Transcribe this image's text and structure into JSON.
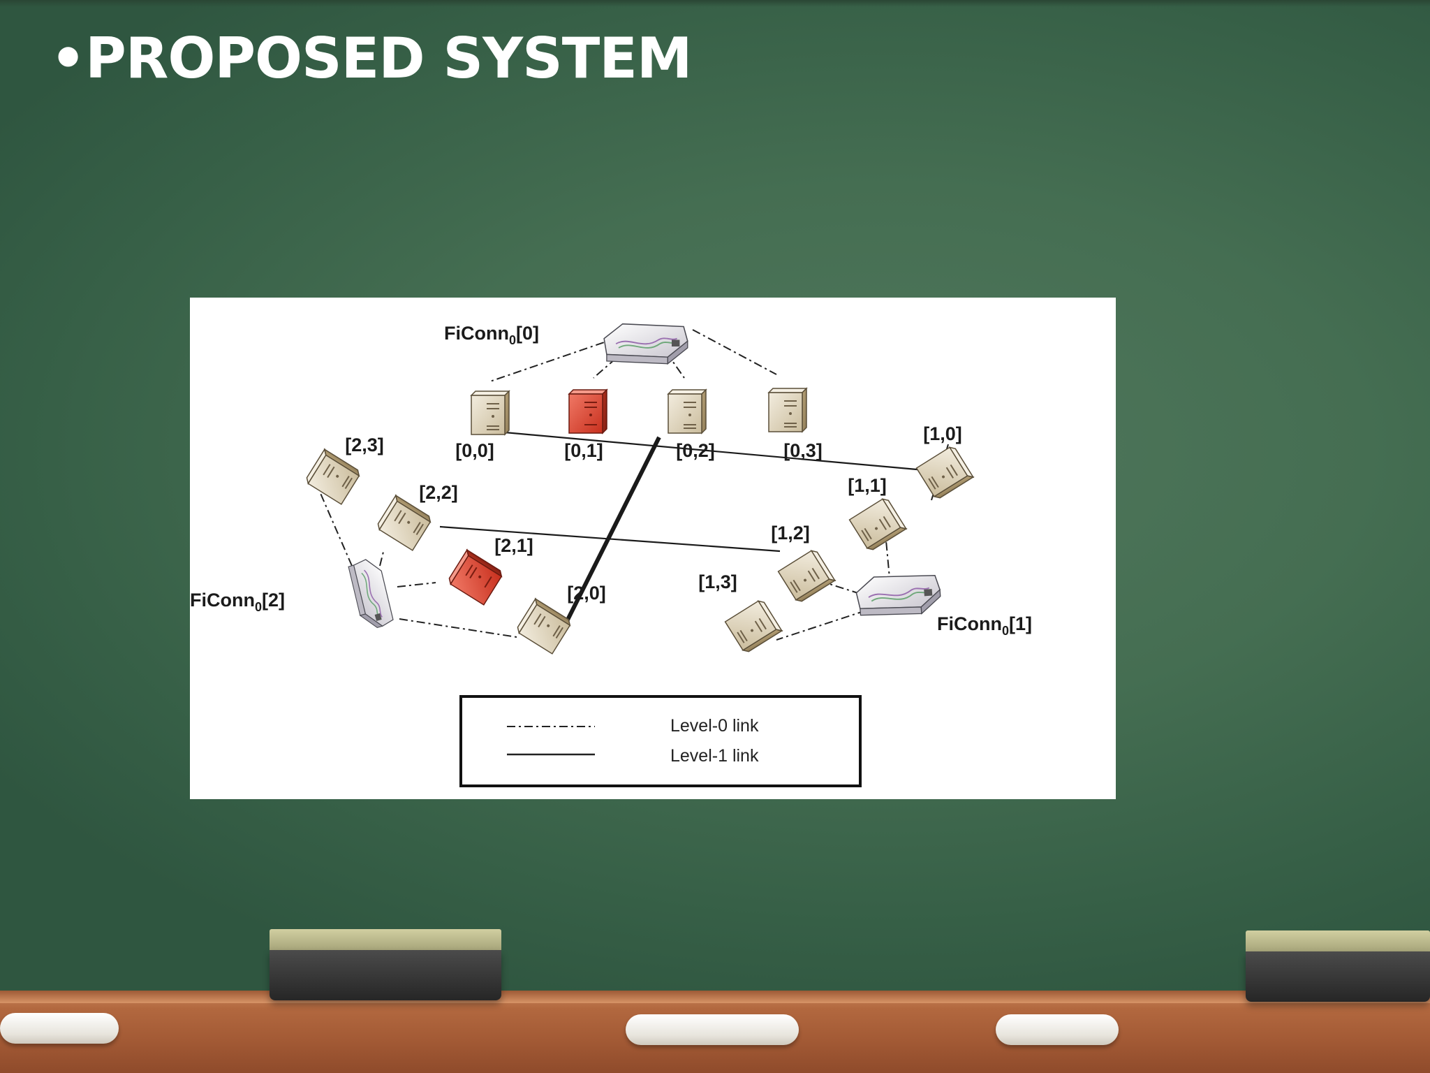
{
  "slide": {
    "title": "•PROPOSED SYSTEM"
  },
  "diagram": {
    "switches": [
      {
        "id": "sw0",
        "base": "FiConn",
        "sub": "0",
        "index": "[0]"
      },
      {
        "id": "sw1",
        "base": "FiConn",
        "sub": "0",
        "index": "[1]"
      },
      {
        "id": "sw2",
        "base": "FiConn",
        "sub": "0",
        "index": "[2]"
      }
    ],
    "servers": [
      {
        "id": "0-0",
        "label": "[0,0]",
        "failed": false
      },
      {
        "id": "0-1",
        "label": "[0,1]",
        "failed": true
      },
      {
        "id": "0-2",
        "label": "[0,2]",
        "failed": false
      },
      {
        "id": "0-3",
        "label": "[0,3]",
        "failed": false
      },
      {
        "id": "1-0",
        "label": "[1,0]",
        "failed": false
      },
      {
        "id": "1-1",
        "label": "[1,1]",
        "failed": false
      },
      {
        "id": "1-2",
        "label": "[1,2]",
        "failed": false
      },
      {
        "id": "1-3",
        "label": "[1,3]",
        "failed": false
      },
      {
        "id": "2-0",
        "label": "[2,0]",
        "failed": false
      },
      {
        "id": "2-1",
        "label": "[2,1]",
        "failed": true
      },
      {
        "id": "2-2",
        "label": "[2,2]",
        "failed": false
      },
      {
        "id": "2-3",
        "label": "[2,3]",
        "failed": false
      }
    ],
    "legend": {
      "level0": "Level-0 link",
      "level1": "Level-1 link"
    }
  },
  "colors": {
    "server_body": "#e6dcc6",
    "server_failed": "#e04430",
    "board": "#456e52"
  }
}
